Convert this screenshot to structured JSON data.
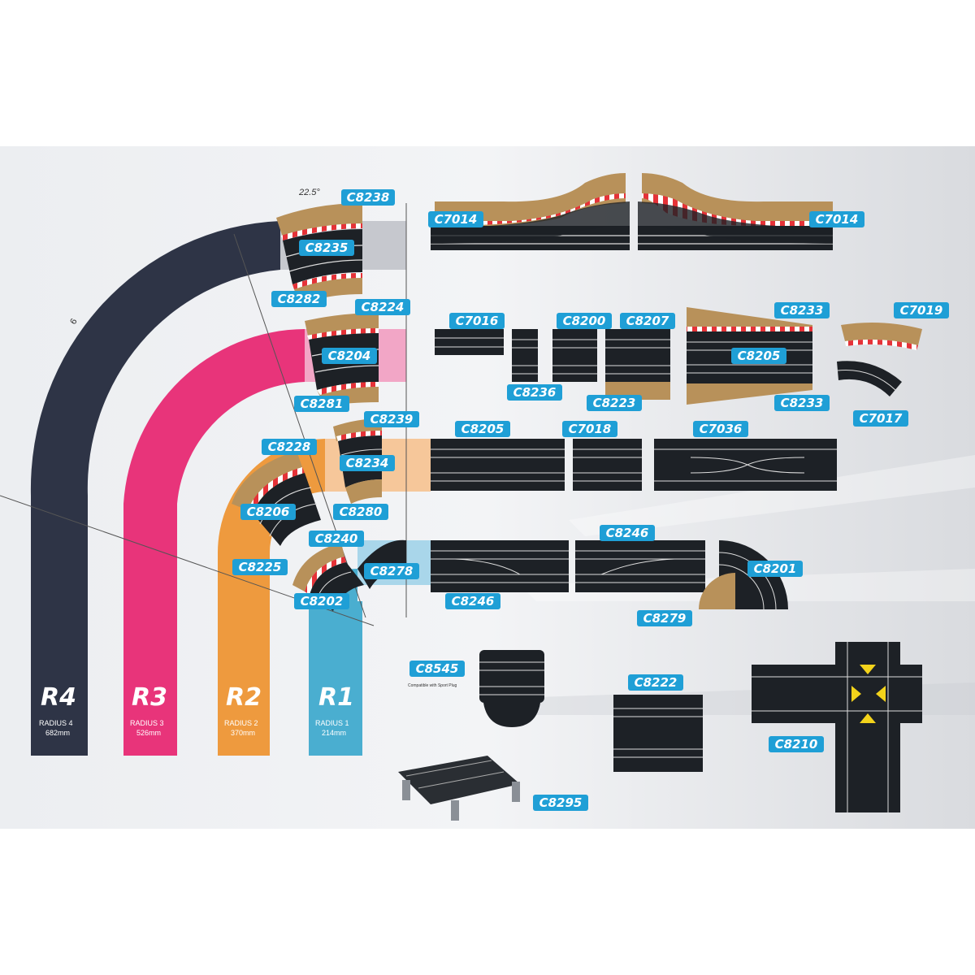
{
  "colors": {
    "r4": "#2e3446",
    "r3": "#e8347a",
    "r2": "#ee9a3e",
    "r1": "#4aaed0",
    "label_bg": "#1f9fd6",
    "track": "#1d2126",
    "border": "#b8915a",
    "kerb_red": "#e53238"
  },
  "annotations": {
    "angle": "22.5°",
    "div": "6"
  },
  "radii": [
    {
      "code": "R4",
      "title": "RADIUS 4",
      "size": "682mm"
    },
    {
      "code": "R3",
      "title": "RADIUS 3",
      "size": "526mm"
    },
    {
      "code": "R2",
      "title": "RADIUS 2",
      "size": "370mm"
    },
    {
      "code": "R1",
      "title": "RADIUS 1",
      "size": "214mm"
    }
  ],
  "parts": {
    "C8238": "C8238",
    "C8235": "C8235",
    "C8282": "C8282",
    "C7014_left": "C7014",
    "C7014_right": "C7014",
    "C8224": "C8224",
    "C8204": "C8204",
    "C8281": "C8281",
    "C7016": "C7016",
    "C8200": "C8200",
    "C8207": "C8207",
    "C8233_top": "C8233",
    "C8233_bottom": "C8233",
    "C7019": "C7019",
    "C8205_row2": "C8205",
    "C8236": "C8236",
    "C8223": "C8223",
    "C7017": "C7017",
    "C8239": "C8239",
    "C8228": "C8228",
    "C8234": "C8234",
    "C8205_row3": "C8205",
    "C7018": "C7018",
    "C7036": "C7036",
    "C8206": "C8206",
    "C8280": "C8280",
    "C8240": "C8240",
    "C8225": "C8225",
    "C8278": "C8278",
    "C8246_top": "C8246",
    "C8246_bottom": "C8246",
    "C8201": "C8201",
    "C8202": "C8202",
    "C8279": "C8279",
    "C8545": "C8545",
    "C8222": "C8222",
    "C8210": "C8210",
    "C8295": "C8295"
  },
  "c8545_note": "Compatible with Sport Plug"
}
